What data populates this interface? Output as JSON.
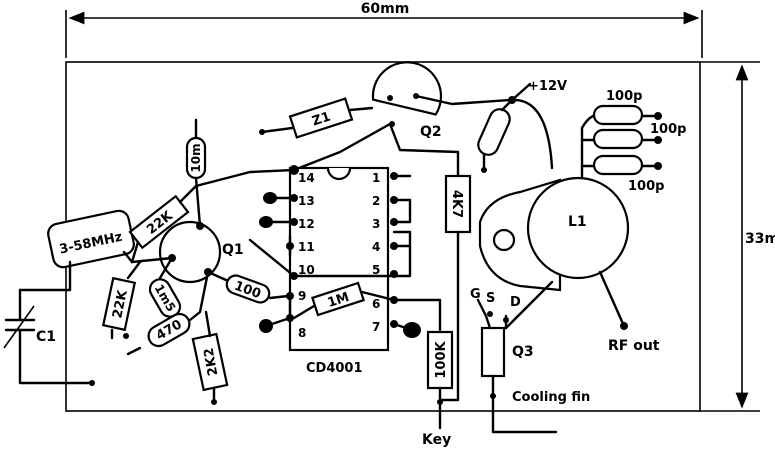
{
  "dimensions": {
    "width": "60mm",
    "height": "33mm"
  },
  "crystal": {
    "label": "3-58MHz"
  },
  "capacitor": {
    "label": "C1"
  },
  "transistors": {
    "q1": "Q1",
    "q2": "Q2",
    "q3": "Q3"
  },
  "ic": {
    "name": "CD4001",
    "pins_left": [
      "14",
      "13",
      "12",
      "11",
      "10",
      "9",
      "8"
    ],
    "pins_right": [
      "1",
      "2",
      "3",
      "4",
      "5",
      "6",
      "7"
    ]
  },
  "resistors": {
    "r_top": "10m",
    "r_22k_a": "22K",
    "r_22k_b": "22K",
    "r_1m5": "1m5",
    "r_100": "100",
    "r_470": "470",
    "r_2k2": "2K2",
    "r_1m": "1M",
    "r_4k7": "4K7",
    "r_100k": "100K"
  },
  "zener": {
    "label": "Z1"
  },
  "supply": {
    "label": "+12V"
  },
  "caps_100p": [
    "100p",
    "100p",
    "100p"
  ],
  "inductor": {
    "label": "L1"
  },
  "q3_pins": {
    "g": "G",
    "s": "S",
    "d": "D"
  },
  "outputs": {
    "rf_out": "RF out",
    "cooling_fin": "Cooling fin",
    "key": "Key"
  }
}
